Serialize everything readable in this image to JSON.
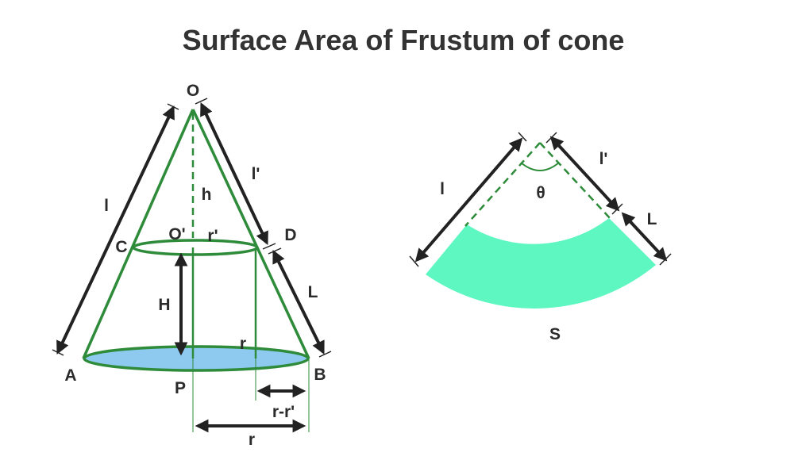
{
  "title": "Surface Area of Frustum of cone",
  "colors": {
    "cone_stroke": "#2e8b3a",
    "base_fill": "#8ec9f0",
    "sector_fill": "#5ef7c2",
    "arrow": "#222222",
    "title": "#333333"
  },
  "cone_labels": {
    "apex": "O",
    "top_center": "O'",
    "top_left": "C",
    "top_right": "D",
    "base_left": "A",
    "base_right": "B",
    "base_center": "P",
    "small_height": "h",
    "frustum_height": "H",
    "small_slant": "l'",
    "frustum_slant": "L",
    "total_slant": "l",
    "top_radius": "r'",
    "base_radius_inner": "r",
    "radius_difference": "r-r'",
    "base_radius": "r"
  },
  "sector_labels": {
    "total_slant": "l",
    "small_slant": "l'",
    "frustum_slant": "L",
    "angle": "θ",
    "arc": "S"
  }
}
